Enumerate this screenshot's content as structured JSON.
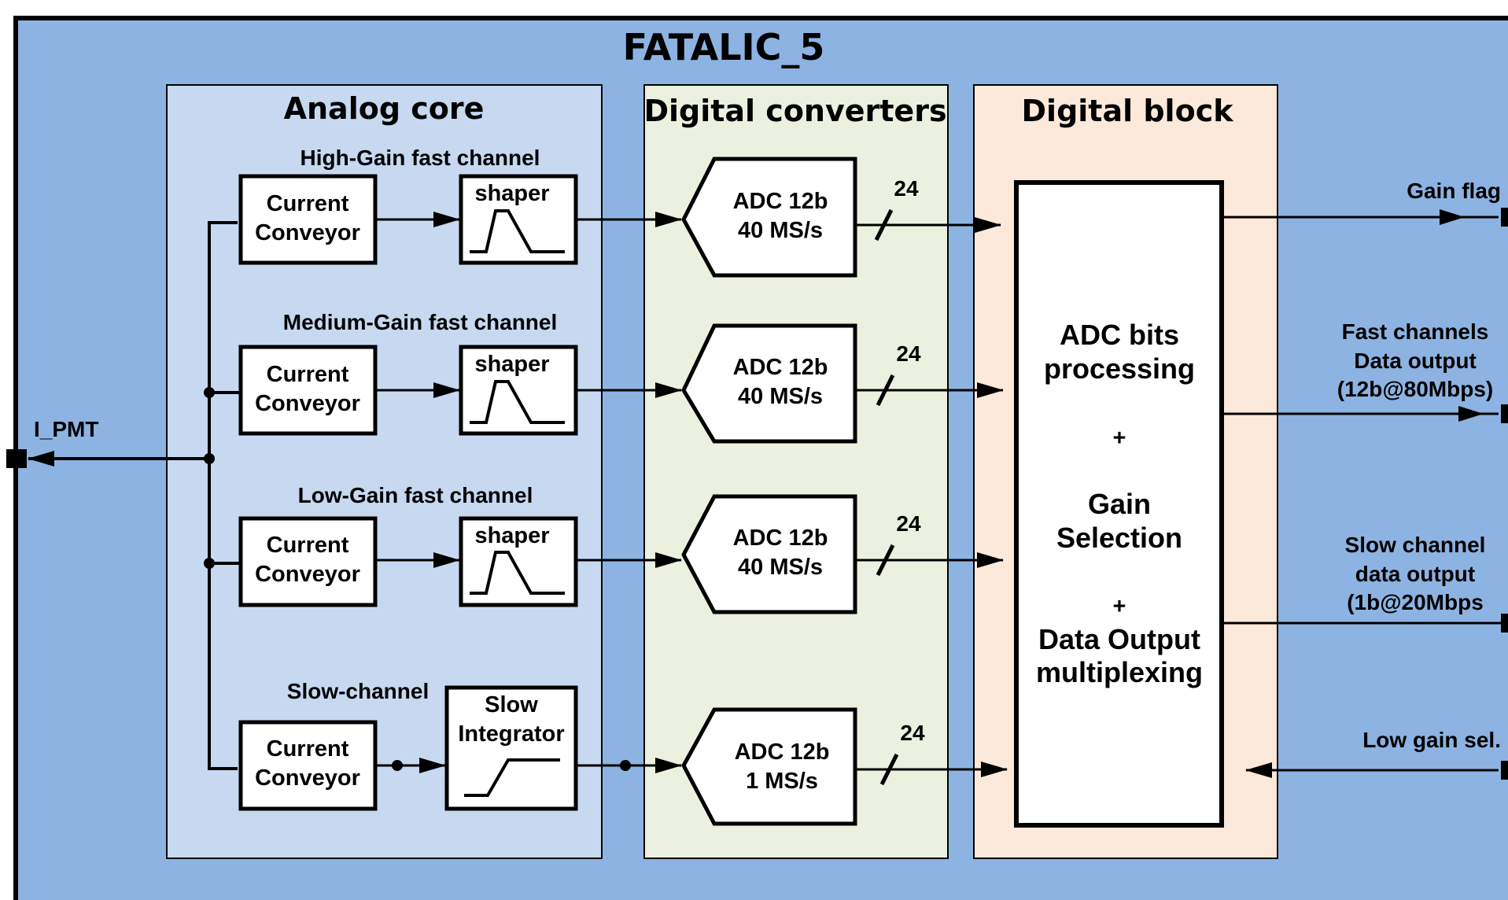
{
  "title": "FATALIC_5",
  "input_label": "I_PMT",
  "sections": {
    "analog": "Analog core",
    "converters": "Digital converters",
    "digital": "Digital block"
  },
  "channels": [
    {
      "name": "High-Gain fast channel",
      "conveyor": [
        "Current",
        "Conveyor"
      ],
      "stage": [
        "shaper"
      ],
      "adc": [
        "ADC 12b",
        "40 MS/s"
      ],
      "bus": "24"
    },
    {
      "name": "Medium-Gain fast channel",
      "conveyor": [
        "Current",
        "Conveyor"
      ],
      "stage": [
        "shaper"
      ],
      "adc": [
        "ADC 12b",
        "40 MS/s"
      ],
      "bus": "24"
    },
    {
      "name": "Low-Gain fast channel",
      "conveyor": [
        "Current",
        "Conveyor"
      ],
      "stage": [
        "shaper"
      ],
      "adc": [
        "ADC 12b",
        "40 MS/s"
      ],
      "bus": "24"
    },
    {
      "name": "Slow-channel",
      "conveyor": [
        "Current",
        "Conveyor"
      ],
      "stage": [
        "Slow",
        "Integrator"
      ],
      "adc": [
        "ADC 12b",
        "1 MS/s"
      ],
      "bus": "24"
    }
  ],
  "digital_block": {
    "lines": [
      "ADC bits",
      "processing",
      "+",
      "Gain",
      "Selection",
      "+",
      "Data Output",
      "multiplexing"
    ]
  },
  "outputs": [
    {
      "lines": [
        "Gain flag"
      ]
    },
    {
      "lines": [
        "Fast channels",
        "Data output",
        "(12b@80Mbps)"
      ]
    },
    {
      "lines": [
        "Slow channel",
        "data output",
        "(1b@20Mbps"
      ]
    },
    {
      "lines": [
        "Low gain sel."
      ]
    }
  ],
  "colors": {
    "chip_fill": "#8db3e2",
    "analog_fill": "#c6d9f1",
    "converters_fill": "#ebf1de",
    "digital_fill": "#fce9da",
    "stroke": "#000000"
  }
}
